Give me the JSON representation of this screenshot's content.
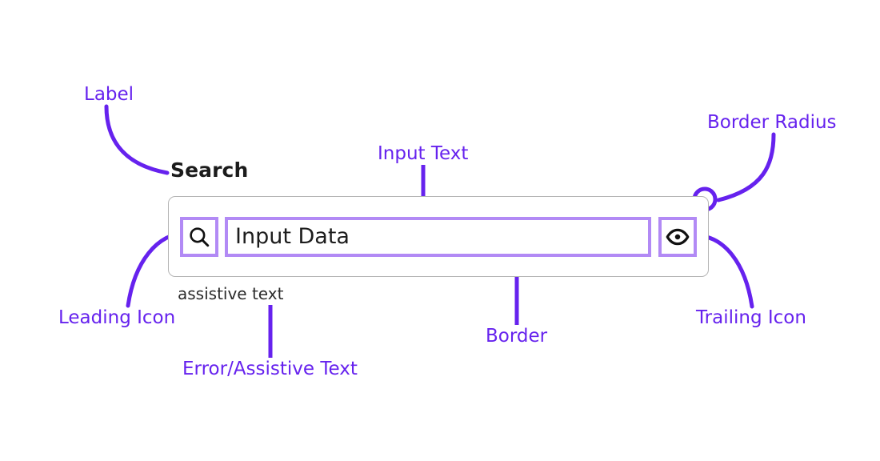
{
  "component": {
    "label": "Search",
    "input_value": "Input Data",
    "assistive_text": "assistive text",
    "leading_icon": "search-icon",
    "trailing_icon": "eye-icon",
    "border_color": "#b5b5b5",
    "highlight_color": "#b28af5",
    "border_radius": "9px"
  },
  "annotations": {
    "accent_color": "#6622ee",
    "items": [
      {
        "id": "label",
        "text": "Label"
      },
      {
        "id": "input-text",
        "text": "Input Text"
      },
      {
        "id": "border-radius",
        "text": "Border Radius"
      },
      {
        "id": "leading-icon",
        "text": "Leading Icon"
      },
      {
        "id": "error-assistive",
        "text": "Error/Assistive Text"
      },
      {
        "id": "border",
        "text": "Border"
      },
      {
        "id": "trailing-icon",
        "text": "Trailing Icon"
      }
    ]
  }
}
